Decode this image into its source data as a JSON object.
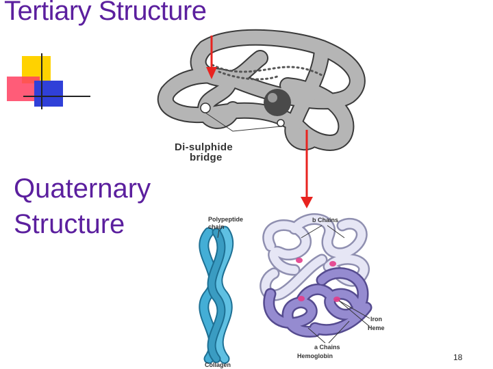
{
  "slide": {
    "title": "Tertiary Structure",
    "subtitle_line1": "Quaternary",
    "subtitle_line2": "Structure",
    "page_number": "18"
  },
  "tertiary_figure": {
    "label_line1": "Di-sulphide",
    "label_line2": "bridge"
  },
  "quaternary_figure": {
    "polypeptide_line1": "Polypeptide",
    "polypeptide_line2": "chain",
    "collagen": "Collagen",
    "b_chains": "b Chains",
    "iron": "Iron",
    "heme": "Heme",
    "a_chains": "a Chains",
    "hemoglobin": "Hemoglobin"
  },
  "colors": {
    "title": "#5b1f9e",
    "arrow": "#e8231f",
    "ribbon_gray": "#a9a9a9",
    "collagen": "#3a9cc2",
    "hemo_light": "#dcdcf0",
    "hemo_dark": "#8a80c6"
  }
}
